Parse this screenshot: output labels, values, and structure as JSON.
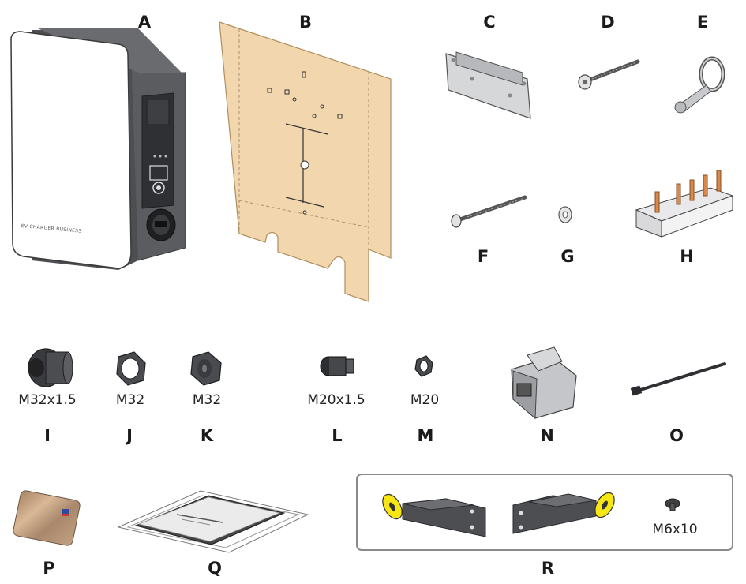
{
  "labels": {
    "A": "A",
    "B": "B",
    "C": "C",
    "D": "D",
    "E": "E",
    "F": "F",
    "G": "G",
    "H": "H",
    "I": "I",
    "J": "J",
    "K": "K",
    "L": "L",
    "M": "M",
    "N": "N",
    "O": "O",
    "P": "P",
    "Q": "Q",
    "R": "R"
  },
  "specs": {
    "I": "M32x1.5",
    "J": "M32",
    "K": "M32",
    "L": "M20x1.5",
    "M": "M20",
    "R_screw": "M6x10"
  },
  "charger_front_text": "EV CHARGER BUSINESS",
  "colors": {
    "cardboard": "#f1d6ae",
    "metal_dark": "#55565a",
    "metal_light": "#d6d7d9",
    "yellow": "#f5e614",
    "housing_white": "#ffffff",
    "housing_dark": "#4d4e52"
  }
}
